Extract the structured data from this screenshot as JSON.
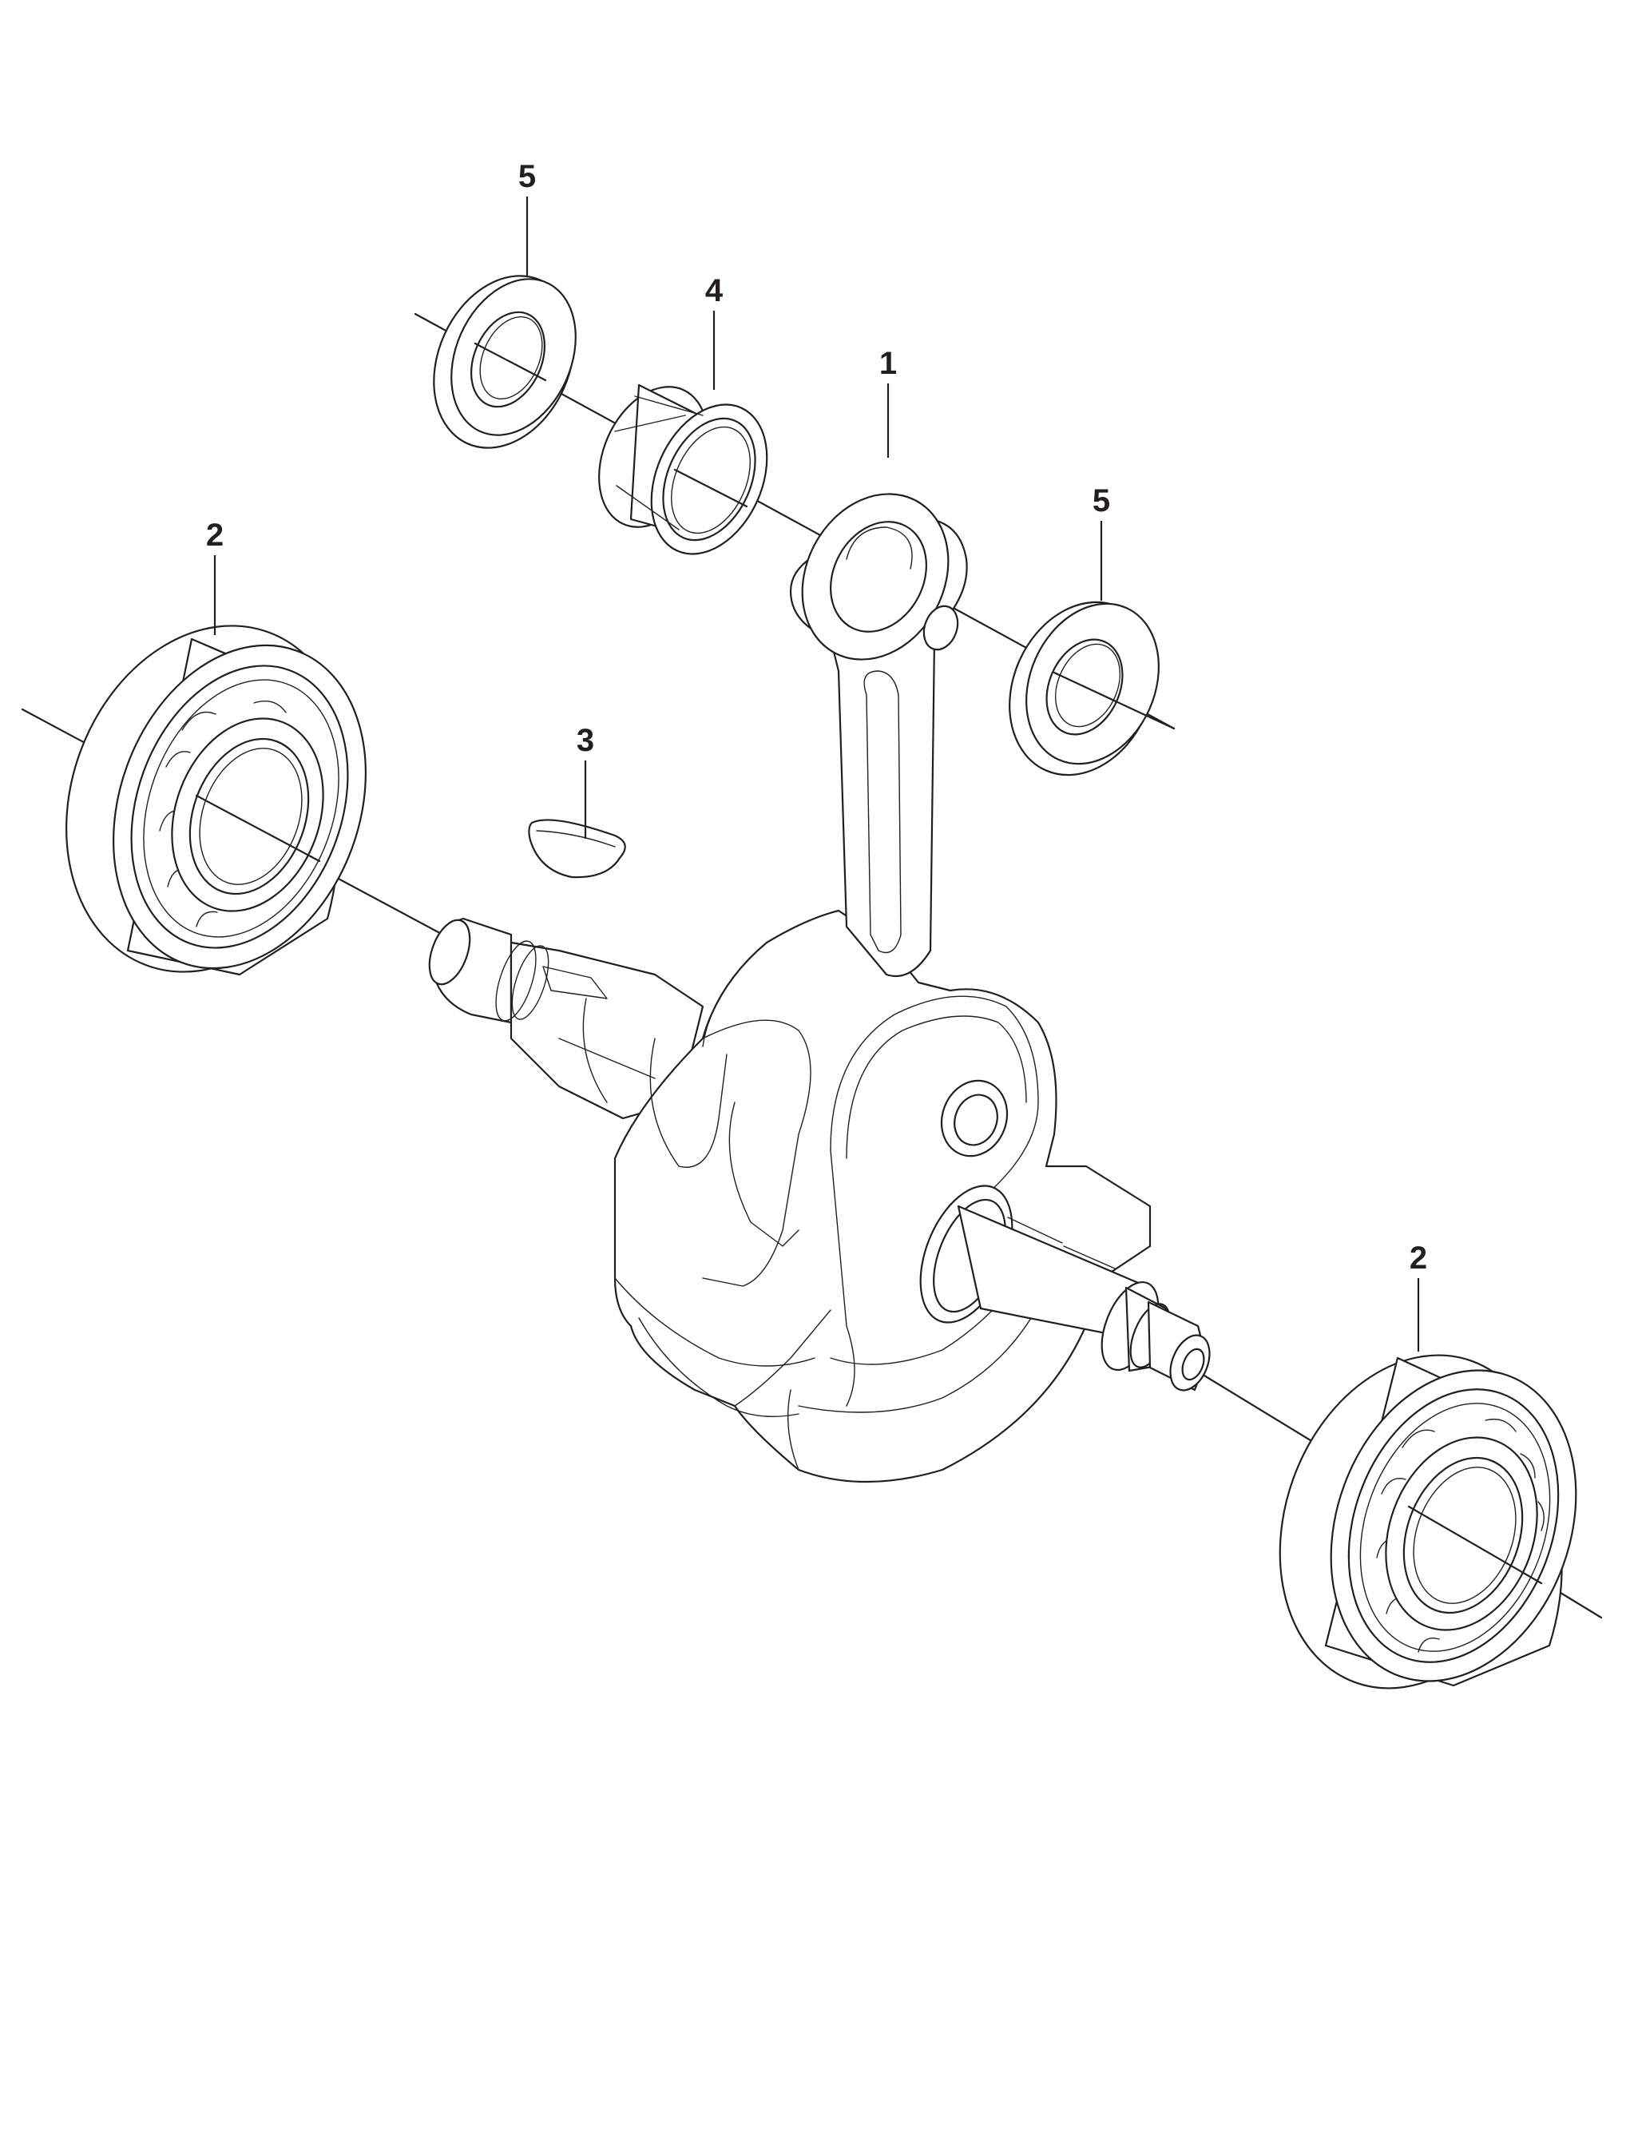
{
  "callouts": [
    {
      "id": "callout-5-top",
      "label": "5",
      "part": "needle-bearing-washer"
    },
    {
      "id": "callout-4",
      "label": "4",
      "part": "needle-bearing"
    },
    {
      "id": "callout-1",
      "label": "1",
      "part": "crankshaft"
    },
    {
      "id": "callout-5-right",
      "label": "5",
      "part": "needle-bearing-washer"
    },
    {
      "id": "callout-2-left",
      "label": "2",
      "part": "ball-bearing"
    },
    {
      "id": "callout-3",
      "label": "3",
      "part": "woodruff-key"
    },
    {
      "id": "callout-2-right",
      "label": "2",
      "part": "ball-bearing"
    }
  ],
  "colors": {
    "line": "#231f20",
    "background": "#ffffff"
  }
}
